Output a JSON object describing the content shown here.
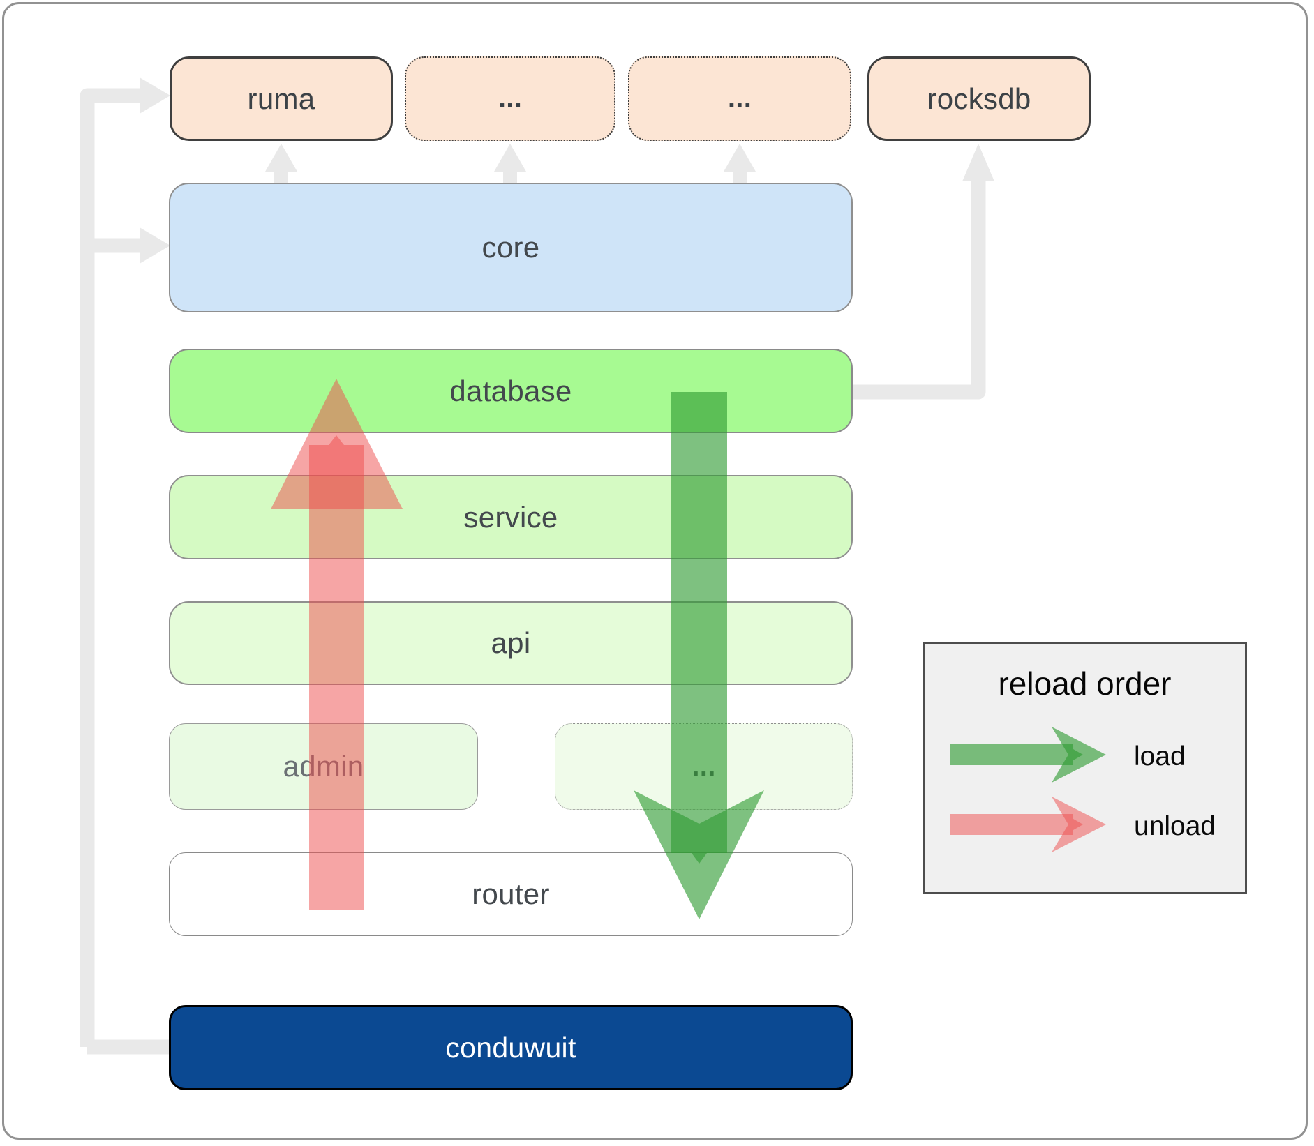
{
  "diagram": {
    "nodes": {
      "ruma": "ruma",
      "ext_top_1": "...",
      "ext_top_2": "...",
      "rocksdb": "rocksdb",
      "core": "core",
      "database": "database",
      "service": "service",
      "api": "api",
      "admin": "admin",
      "ext_admin": "...",
      "router": "router",
      "conduwuit": "conduwuit"
    },
    "legend": {
      "title": "reload order",
      "load_label": "load",
      "unload_label": "unload"
    },
    "colors": {
      "load_arrow_green": "#2f9b32",
      "unload_arrow_red": "#ee4b4b",
      "connector_gray": "#e9e9e9",
      "node_peach": "#fce5d4",
      "node_blue": "#cfe4f8",
      "node_green_bright": "#a7fa92",
      "node_green_light": "#d5fac3",
      "node_green_lighter": "#e5fcd9",
      "node_green_faint": "#e9fae3",
      "node_dark_blue": "#0b4992",
      "legend_bg": "#f0f0f0"
    }
  }
}
